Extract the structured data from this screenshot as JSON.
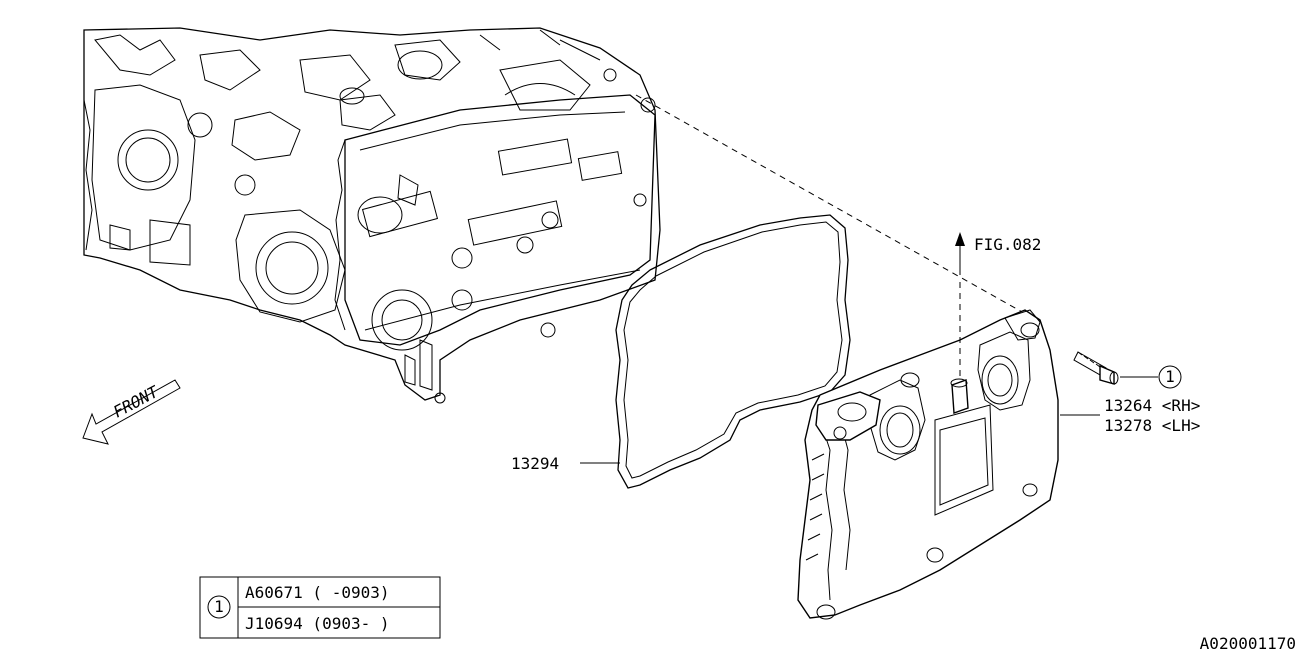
{
  "callouts": {
    "fig_ref": "FIG.082",
    "gasket": "13294",
    "cover_rh": "13264 <RH>",
    "cover_lh": "13278 <LH>",
    "bolt_ref": "1",
    "front_label": "FRONT"
  },
  "parts_table": {
    "ref": "1",
    "rows": [
      {
        "part": "A60671 ( -0903)"
      },
      {
        "part": "J10694 (0903- )"
      }
    ]
  },
  "diagram_id": "A020001170"
}
